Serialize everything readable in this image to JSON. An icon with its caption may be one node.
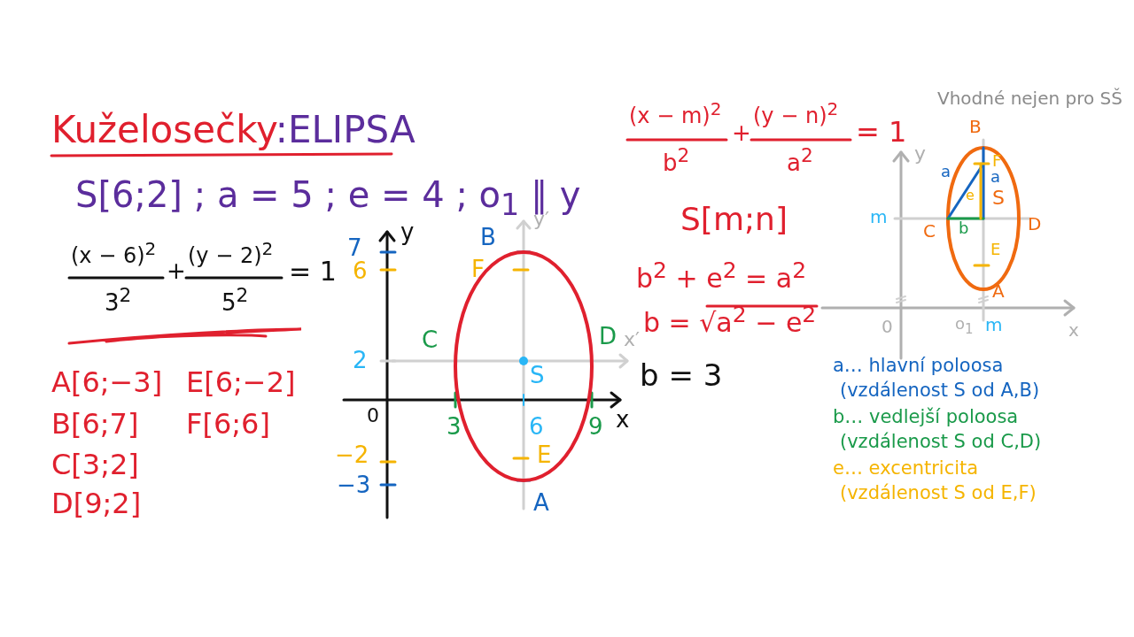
{
  "diagram": {
    "title": "Kuželosečky:ELIPSA",
    "labels": [
      "S[6;2] ; a = 5 ; e = 4 ; o$_{1}$ ∥ y",
      "(x − 6)$^{2}$",
      "3$^{2}$",
      "+",
      "(y − 2)$^{2}$",
      "5$^{2}$",
      "= 1",
      "A[6;−3]",
      "E[6;−2]",
      "B[6;7]",
      "F[6;6]",
      "C[3;2]",
      "D[9;2]",
      "y",
      "7",
      "6",
      "2",
      "0",
      "−2",
      "−3",
      "x",
      "3",
      "6",
      "9",
      "B",
      "F",
      "C",
      "D",
      "S",
      "E",
      "A",
      "y′",
      "x′",
      "(x − m)$^{2}$",
      "b$^{2}$",
      "+",
      "(y − n)$^{2}$",
      "a$^{2}$",
      "= 1",
      "S[m;n]",
      "b$^{2}$ + e$^{2}$ = a$^{2}$",
      "b = √a$^{2}$ − e$^{2}$",
      "b = 3",
      "Vhodné nejen pro SŠ",
      "y",
      "B",
      "F",
      "a",
      "a",
      "e",
      "S",
      "m",
      "C",
      "b",
      "D",
      "E",
      "A",
      "0",
      "o$_{1}$",
      "m",
      "x",
      "a… hlavní poloosa",
      "(vzdálenost S od A,B)",
      "b… vedlejší poloosa",
      "(vzdálenost S od C,D)",
      "e… excentricita",
      "(vzdálenost S od E,F)"
    ]
  }
}
